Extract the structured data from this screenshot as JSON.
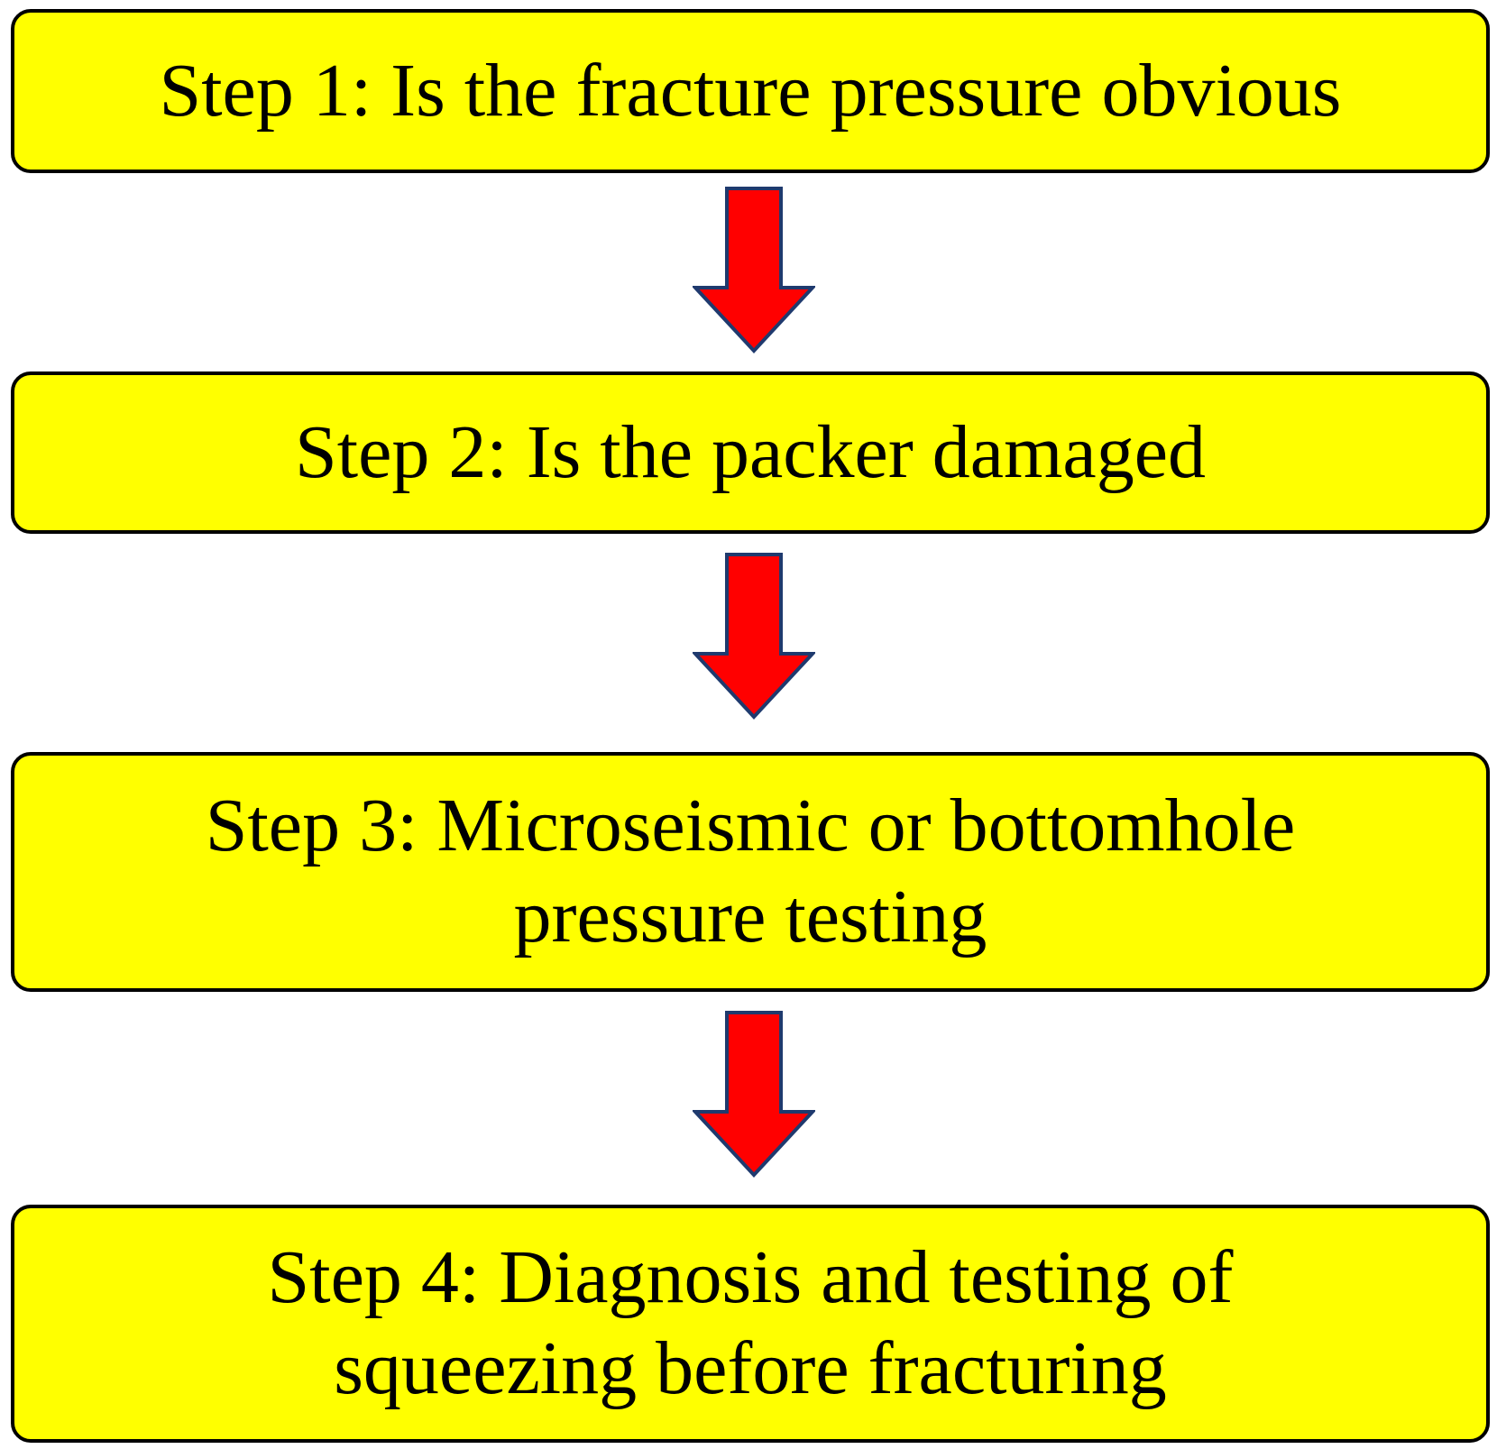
{
  "colors": {
    "box_fill": "#ffff00",
    "box_border": "#000000",
    "arrow_fill": "#ff0000",
    "arrow_border": "#1f3a6e"
  },
  "steps": [
    {
      "text": "Step 1: Is the fracture pressure obvious"
    },
    {
      "text": "Step 2: Is the packer damaged"
    },
    {
      "text": "Step 3: Microseismic or bottomhole pressure testing"
    },
    {
      "text": "Step 4: Diagnosis and testing of squeezing before fracturing"
    }
  ],
  "arrows": [
    {
      "icon": "down-arrow-icon"
    },
    {
      "icon": "down-arrow-icon"
    },
    {
      "icon": "down-arrow-icon"
    }
  ]
}
